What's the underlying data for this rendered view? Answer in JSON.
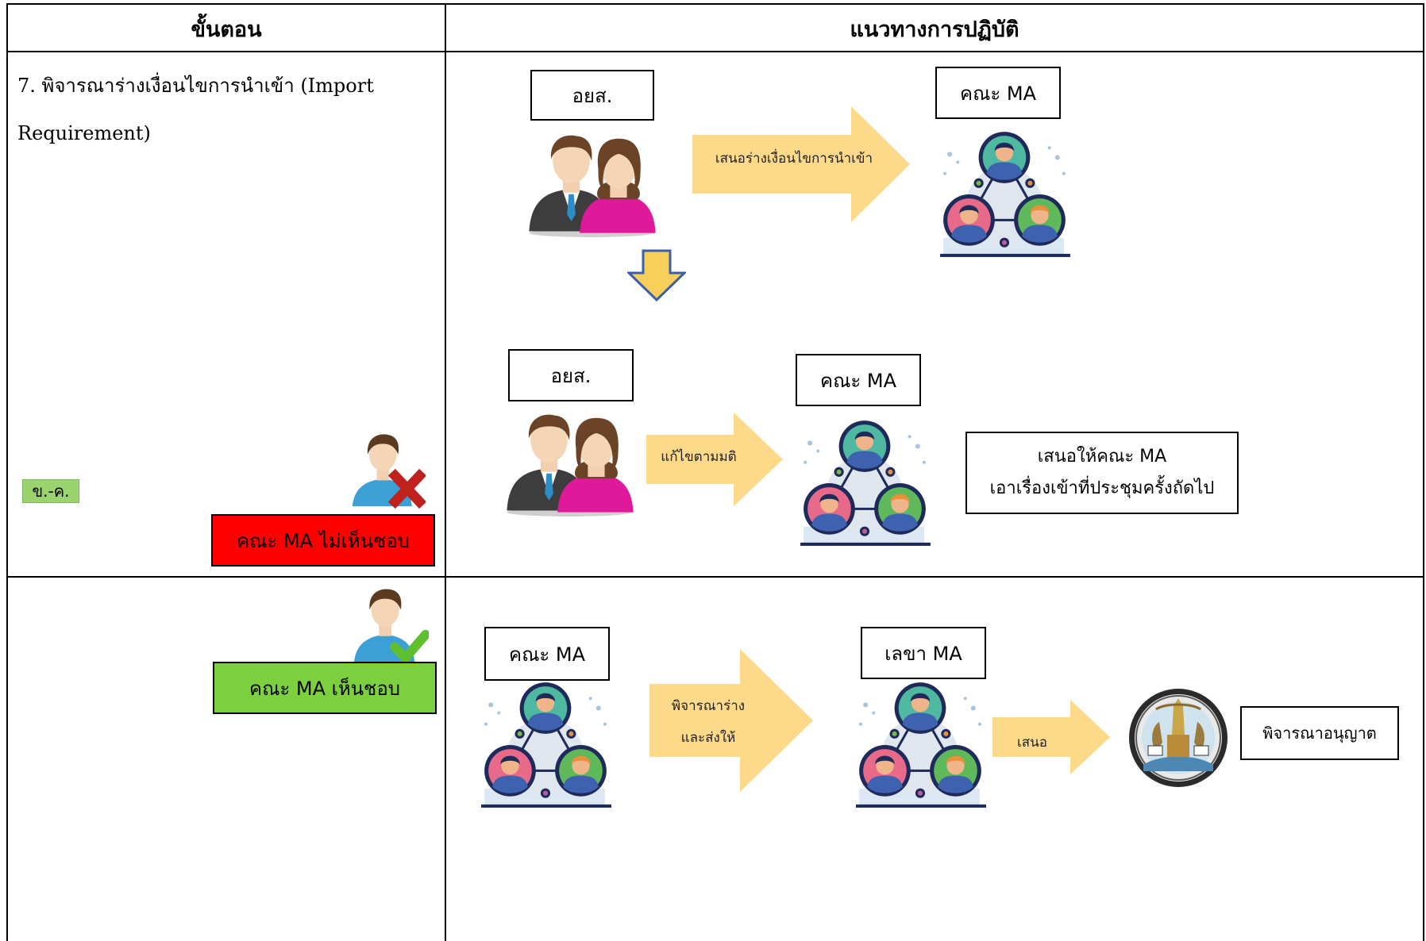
{
  "table": {
    "col_step_header": "ขั้นตอน",
    "col_practice_header": "แนวทางการปฏิบัติ"
  },
  "step7": {
    "title_line1": "7. พิจารณาร่างเงื่อนไขการนำเข้า (Import",
    "title_line2": "Requirement)"
  },
  "flow1": {
    "actor_label": "อยส.",
    "arrow_label": "เสนอร่างเงื่อนไขการนำเข้า",
    "target_label": "คณะ MA"
  },
  "flow2": {
    "actor_label": "อยส.",
    "arrow_label": "แก้ไขตามมติ",
    "target_label": "คณะ MA",
    "note_line1": "เสนอให้คณะ MA",
    "note_line2": "เอาเรื่องเข้าที่ประชุมครั้งถัดไป"
  },
  "reject": {
    "tag": "ข.-ค.",
    "status_label": "คณะ MA ไม่เห็นชอบ"
  },
  "approve": {
    "status_label": "คณะ MA เห็นชอบ"
  },
  "flow3": {
    "source_label": "คณะ MA",
    "arrow_label_line1": "พิจารณาร่าง",
    "arrow_label_line2": "และส่งให้",
    "secretary_label": "เลขา MA",
    "arrow2_label": "เสนอ",
    "final_label": "พิจารณาอนุญาต"
  },
  "colors": {
    "arrow_fill": "#fdd98a",
    "down_arrow_fill": "#f7cf5a",
    "down_arrow_stroke": "#3c5fa8",
    "reject_red": "#ff0000",
    "approve_green": "#7ccf3e",
    "tag_green": "#9bd36e"
  },
  "icons": [
    "couple-icon",
    "team-network-icon",
    "user-reject-icon",
    "user-approve-icon",
    "royal-seal-icon",
    "down-arrow-icon"
  ]
}
